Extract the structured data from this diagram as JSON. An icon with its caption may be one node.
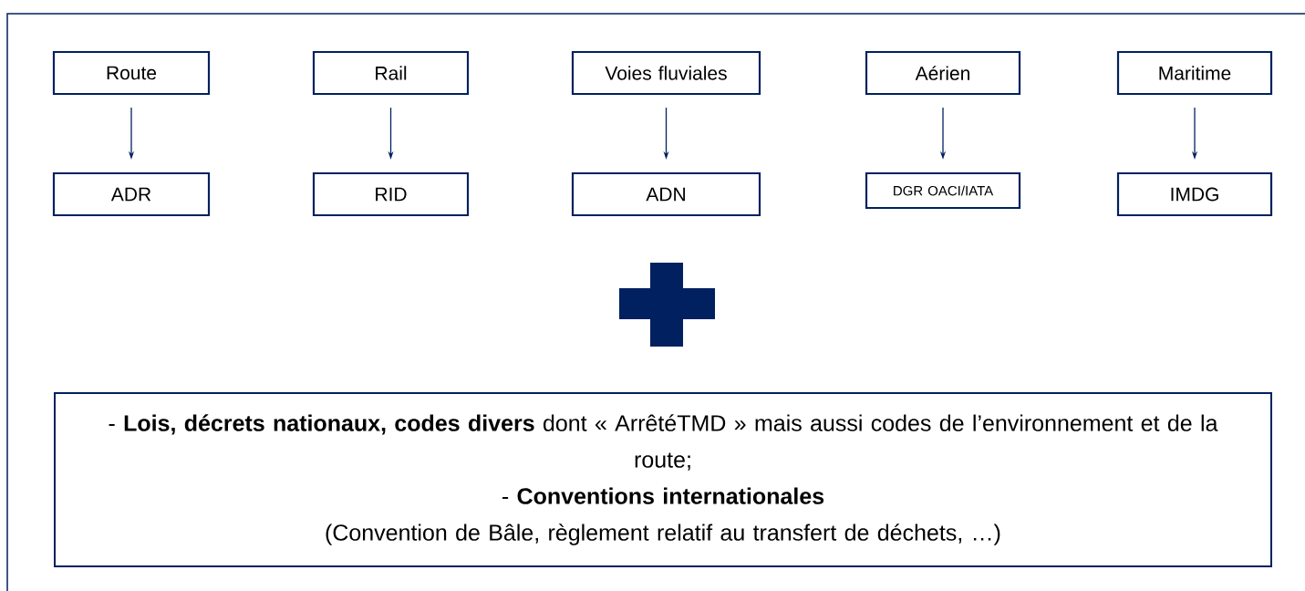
{
  "diagram": {
    "nodes": [
      {
        "text": [
          "Route"
        ]
      },
      {
        "text": [
          "Rail"
        ]
      },
      {
        "text": [
          "Voies fluviales"
        ]
      },
      {
        "text": [
          "Aérien"
        ]
      },
      {
        "text": [
          "Maritime"
        ]
      },
      {
        "text": [
          "ADR"
        ]
      },
      {
        "text": [
          "RID"
        ]
      },
      {
        "text": [
          "ADN"
        ]
      },
      {
        "text": [
          "DGR OACI/IATA"
        ]
      },
      {
        "text": [
          "IMDG"
        ]
      },
      {
        "text": [
          "- **Lois, décrets nationaux, codes divers** dont « ArrêtéTMD » mais aussi codes de l’environnement et de la route;",
          "- **Conventions internationales**",
          "(Convention de Bâle, règlement relatif au transfert de déchets, …)"
        ]
      }
    ],
    "edges": [
      {
        "from": 0,
        "to": 5,
        "arrow": "to"
      },
      {
        "from": 1,
        "to": 6,
        "arrow": "to"
      },
      {
        "from": 2,
        "to": 7,
        "arrow": "to"
      },
      {
        "from": 3,
        "to": 8,
        "arrow": "to"
      },
      {
        "from": 4,
        "to": 9,
        "arrow": "to"
      }
    ]
  }
}
